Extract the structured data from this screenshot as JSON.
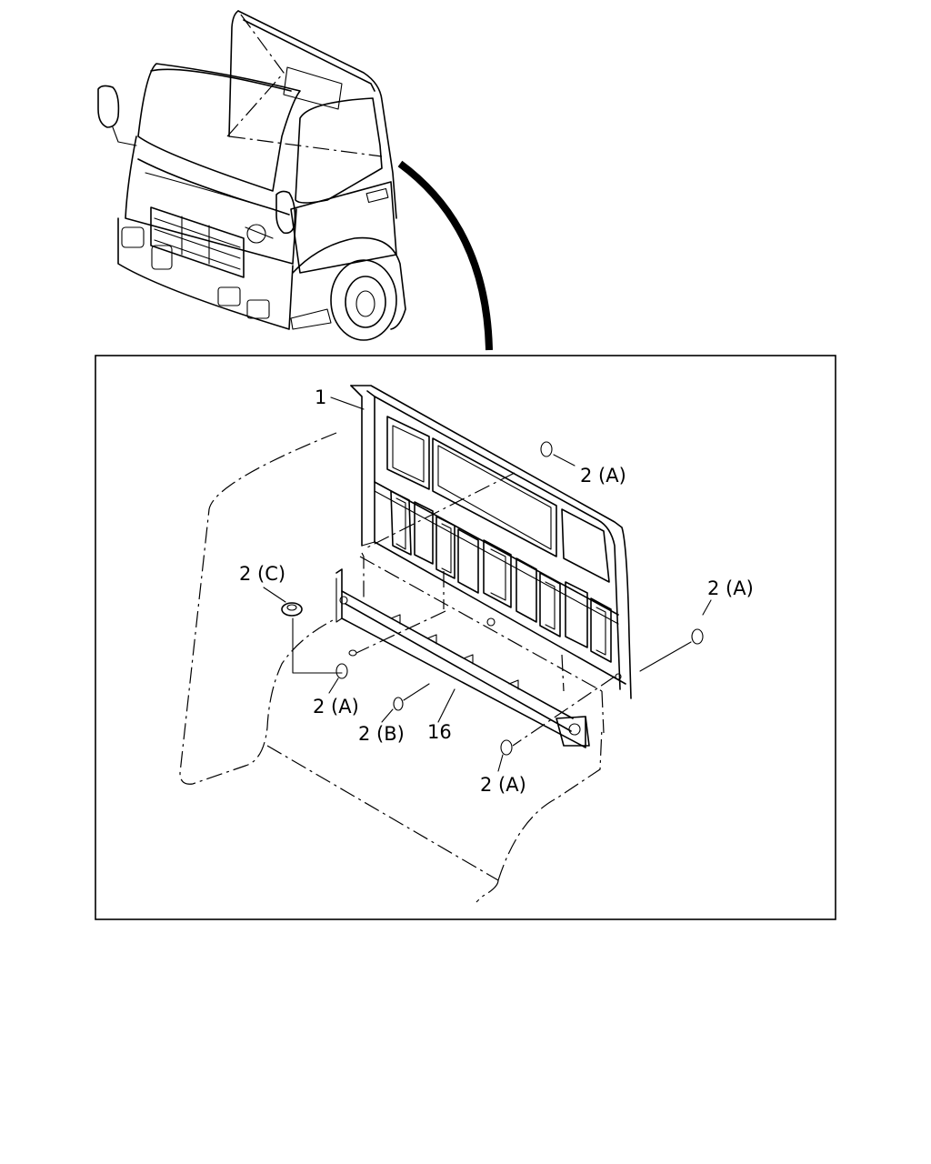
{
  "callouts": {
    "part_1": "1",
    "part_16": "16",
    "clip_a_top": "2 (A)",
    "clip_a_right": "2 (A)",
    "clip_a_left": "2 (A)",
    "clip_a_bottom": "2 (A)",
    "clip_b": "2 (B)",
    "clip_c": "2 (C)"
  }
}
